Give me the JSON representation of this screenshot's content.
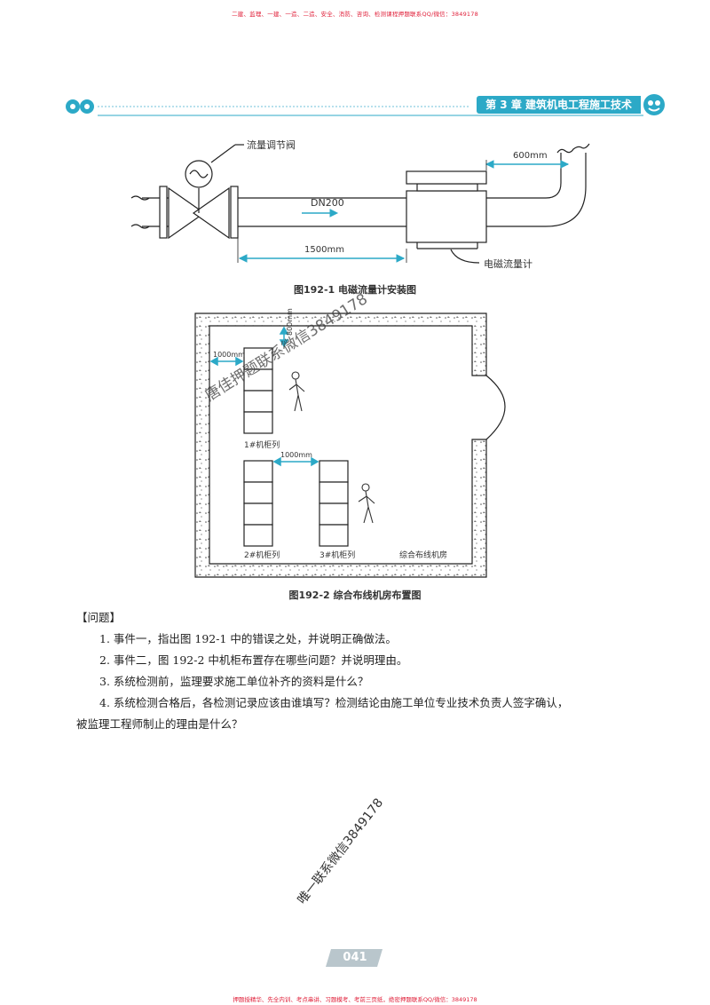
{
  "banners": {
    "top": "二建、监理、一建、一造、二造、安全、消防、咨询、检测课程押题联系QQ/微信：3849178",
    "bottom": "押题授精华、先全内训、考点串讲、习题模考、考前三页纸，绝密押题联系QQ/微信：3849178"
  },
  "header": {
    "chapter_title": "第 3 章  建筑机电工程施工技术"
  },
  "figure1": {
    "valve_label": "流量调节阀",
    "pipe_label": "DN200",
    "dim_600": "600mm",
    "dim_1500": "1500mm",
    "meter_label": "电磁流量计",
    "caption": "图192-1  电磁流量计安装图"
  },
  "figure2": {
    "dim_1000_top": "1000mm",
    "dim_800": "800mm",
    "dim_1000_mid": "1000mm",
    "row1_label": "1#机柜列",
    "row2_label": "2#机柜列",
    "row3_label": "3#机柜列",
    "room_label": "综合布线机房",
    "caption": "图192-2  综合布线机房布置图"
  },
  "questions": {
    "heading": "【问题】",
    "q1": "1. 事件一，指出图 192-1 中的错误之处，并说明正确做法。",
    "q2": "2. 事件二，图 192-2 中机柜布置存在哪些问题？并说明理由。",
    "q3": "3. 系统检测前，监理要求施工单位补齐的资料是什么？",
    "q4a": "4. 系统检测合格后，各检测记录应该由谁填写？检测结论由施工单位专业技术负责人签字确认，",
    "q4b": "被监理工程师制止的理由是什么？"
  },
  "watermarks": {
    "mark1": "唐佳押题联系微信3849178",
    "mark2": "唯一联系微信3849178"
  },
  "page_number": "041"
}
